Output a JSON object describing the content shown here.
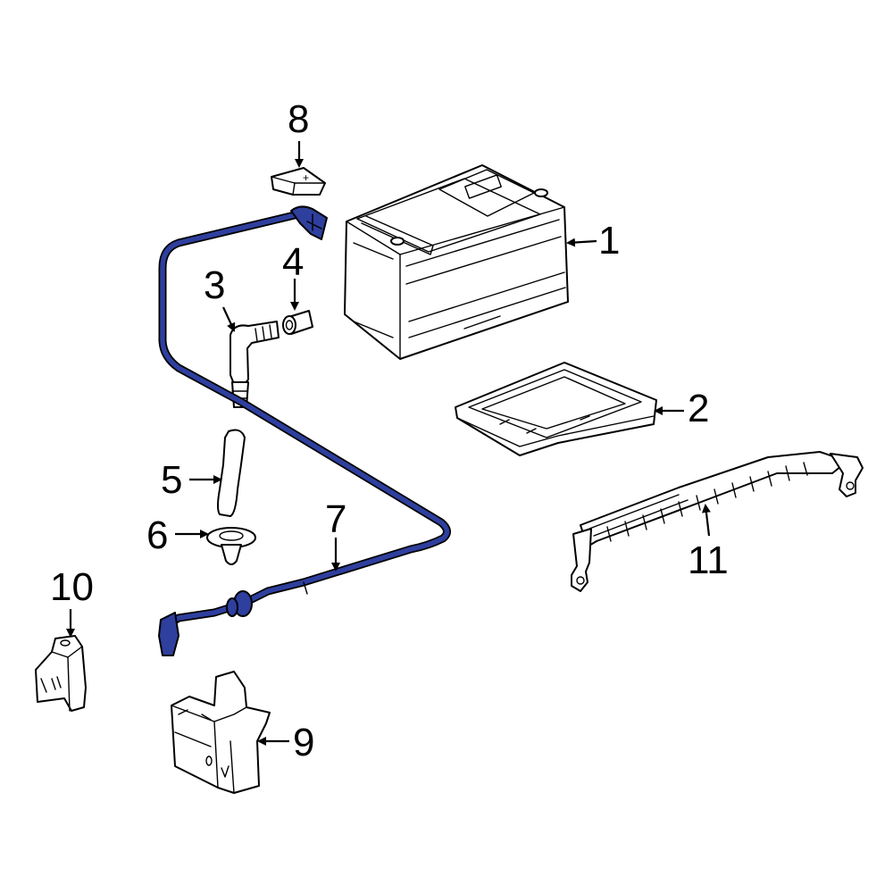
{
  "colors": {
    "highlight": "#2e3f9e",
    "line": "#000000",
    "background": "#ffffff"
  },
  "callouts": {
    "c1": "1",
    "c2": "2",
    "c3": "3",
    "c4": "4",
    "c5": "5",
    "c6": "6",
    "c7": "7",
    "c8": "8",
    "c9": "9",
    "c10": "10",
    "c11": "11"
  },
  "labels": {
    "terminal_cover_plus": "+"
  }
}
